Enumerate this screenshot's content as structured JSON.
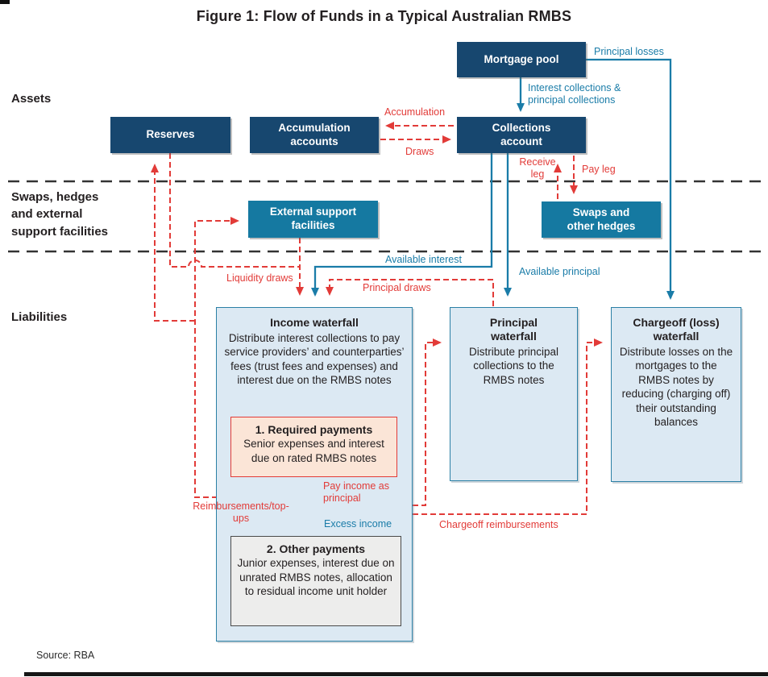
{
  "title": "Figure 1: Flow of Funds in a Typical Australian RMBS",
  "source": "Source: RBA",
  "sections": {
    "assets": "Assets",
    "swaps_hedges_external": "Swaps, hedges and external support facilities",
    "liabilities": "Liabilities"
  },
  "boxes": {
    "mortgage_pool": "Mortgage pool",
    "reserves": "Reserves",
    "accumulation_accounts": "Accumulation accounts",
    "collections_account": "Collections account",
    "external_support": "External support facilities",
    "swaps_and_hedges": "Swaps and other hedges",
    "income_waterfall": {
      "title": "Income waterfall",
      "body": "Distribute interest collections to pay service providers’ and counterparties’ fees (trust fees and expenses) and interest due on the RMBS notes"
    },
    "required_payments": {
      "title": "1. Required payments",
      "body": "Senior expenses and interest due on rated RMBS notes"
    },
    "other_payments": {
      "title": "2. Other payments",
      "body": "Junior expenses, interest due on unrated RMBS notes, allocation to residual income unit holder"
    },
    "principal_waterfall": {
      "title": "Principal waterfall",
      "body": "Distribute principal collections to the RMBS notes"
    },
    "chargeoff_waterfall": {
      "title": "Chargeoff (loss) waterfall",
      "body": "Distribute losses on the mortgages to the RMBS notes by reducing (charging off) their outstanding balances"
    }
  },
  "flow_labels": {
    "principal_losses": "Principal losses",
    "interest_collections": "Interest collections & principal collections",
    "accumulation": "Accumulation",
    "draws": "Draws",
    "receive_leg": "Receive leg",
    "pay_leg": "Pay leg",
    "available_interest": "Available interest",
    "available_principal": "Available principal",
    "liquidity_draws": "Liquidity draws",
    "principal_draws": "Principal draws",
    "pay_income_as_principal": "Pay income as principal",
    "excess_income": "Excess income",
    "reimbursements_topups": "Reimbursements/top-ups",
    "chargeoff_reimbursements": "Chargeoff reimbursements"
  },
  "colors": {
    "navy_box": "#17476F",
    "teal_box": "#1579A1",
    "flow_blue": "#1A7CA8",
    "flow_red": "#E23B38",
    "waterfall_fill": "#DCE9F3",
    "waterfall_border": "#2B80A5",
    "required_fill": "#FBE5D7",
    "other_fill": "#EDEDEC",
    "other_border": "#4A4A4A",
    "divider": "#333333",
    "text": "#231F20"
  }
}
